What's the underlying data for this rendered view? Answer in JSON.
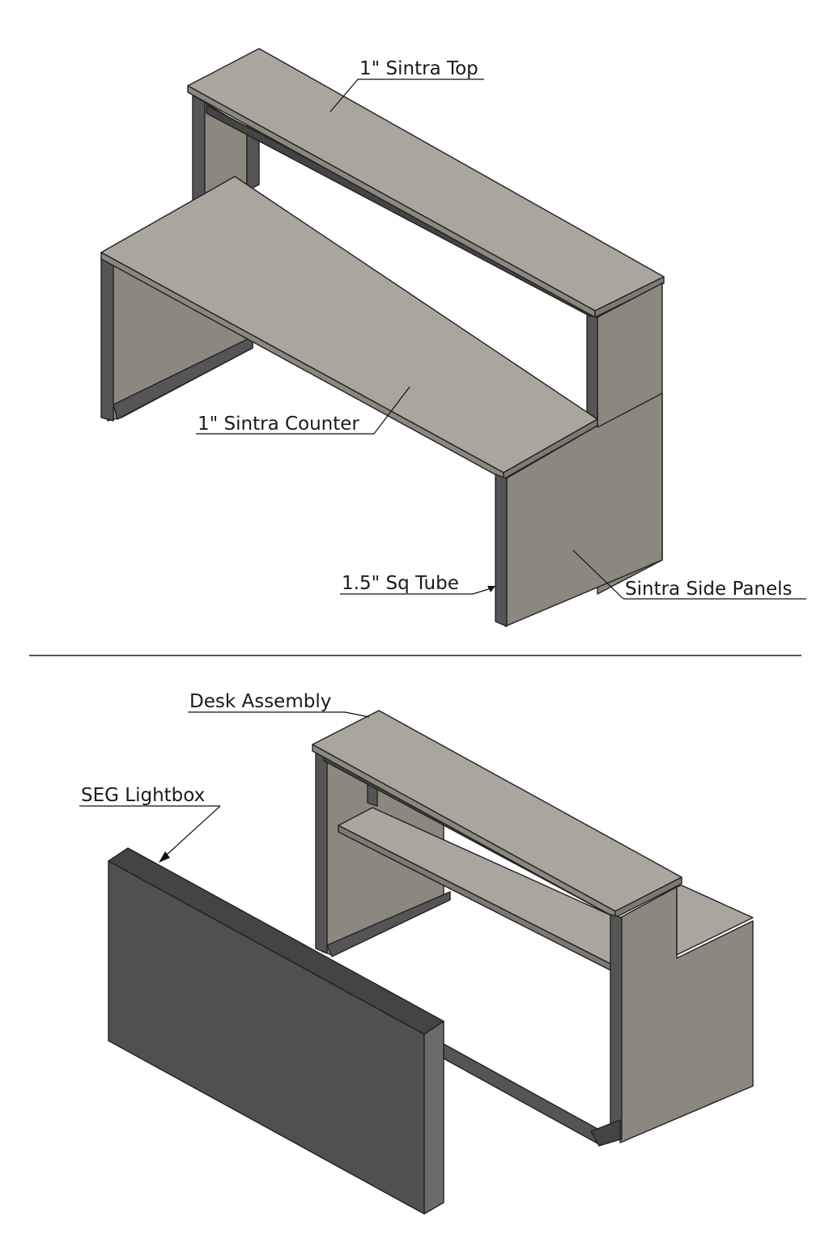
{
  "views": {
    "upper": {
      "callouts": {
        "top": "1\" Sintra Top",
        "counter": "1\" Sintra Counter",
        "tube": "1.5\" Sq Tube",
        "side_panels": "Sintra Side Panels"
      }
    },
    "lower": {
      "callouts": {
        "desk": "Desk Assembly",
        "lightbox": "SEG Lightbox"
      }
    }
  },
  "colors": {
    "panel_light": "#aaa69e",
    "panel_mid": "#8c8880",
    "panel_dark": "#7d7a73",
    "tube": "#555555",
    "lightbox_face": "#505050",
    "lightbox_side": "#6b6b6b",
    "lightbox_top": "#444444",
    "ink": "#111111"
  }
}
